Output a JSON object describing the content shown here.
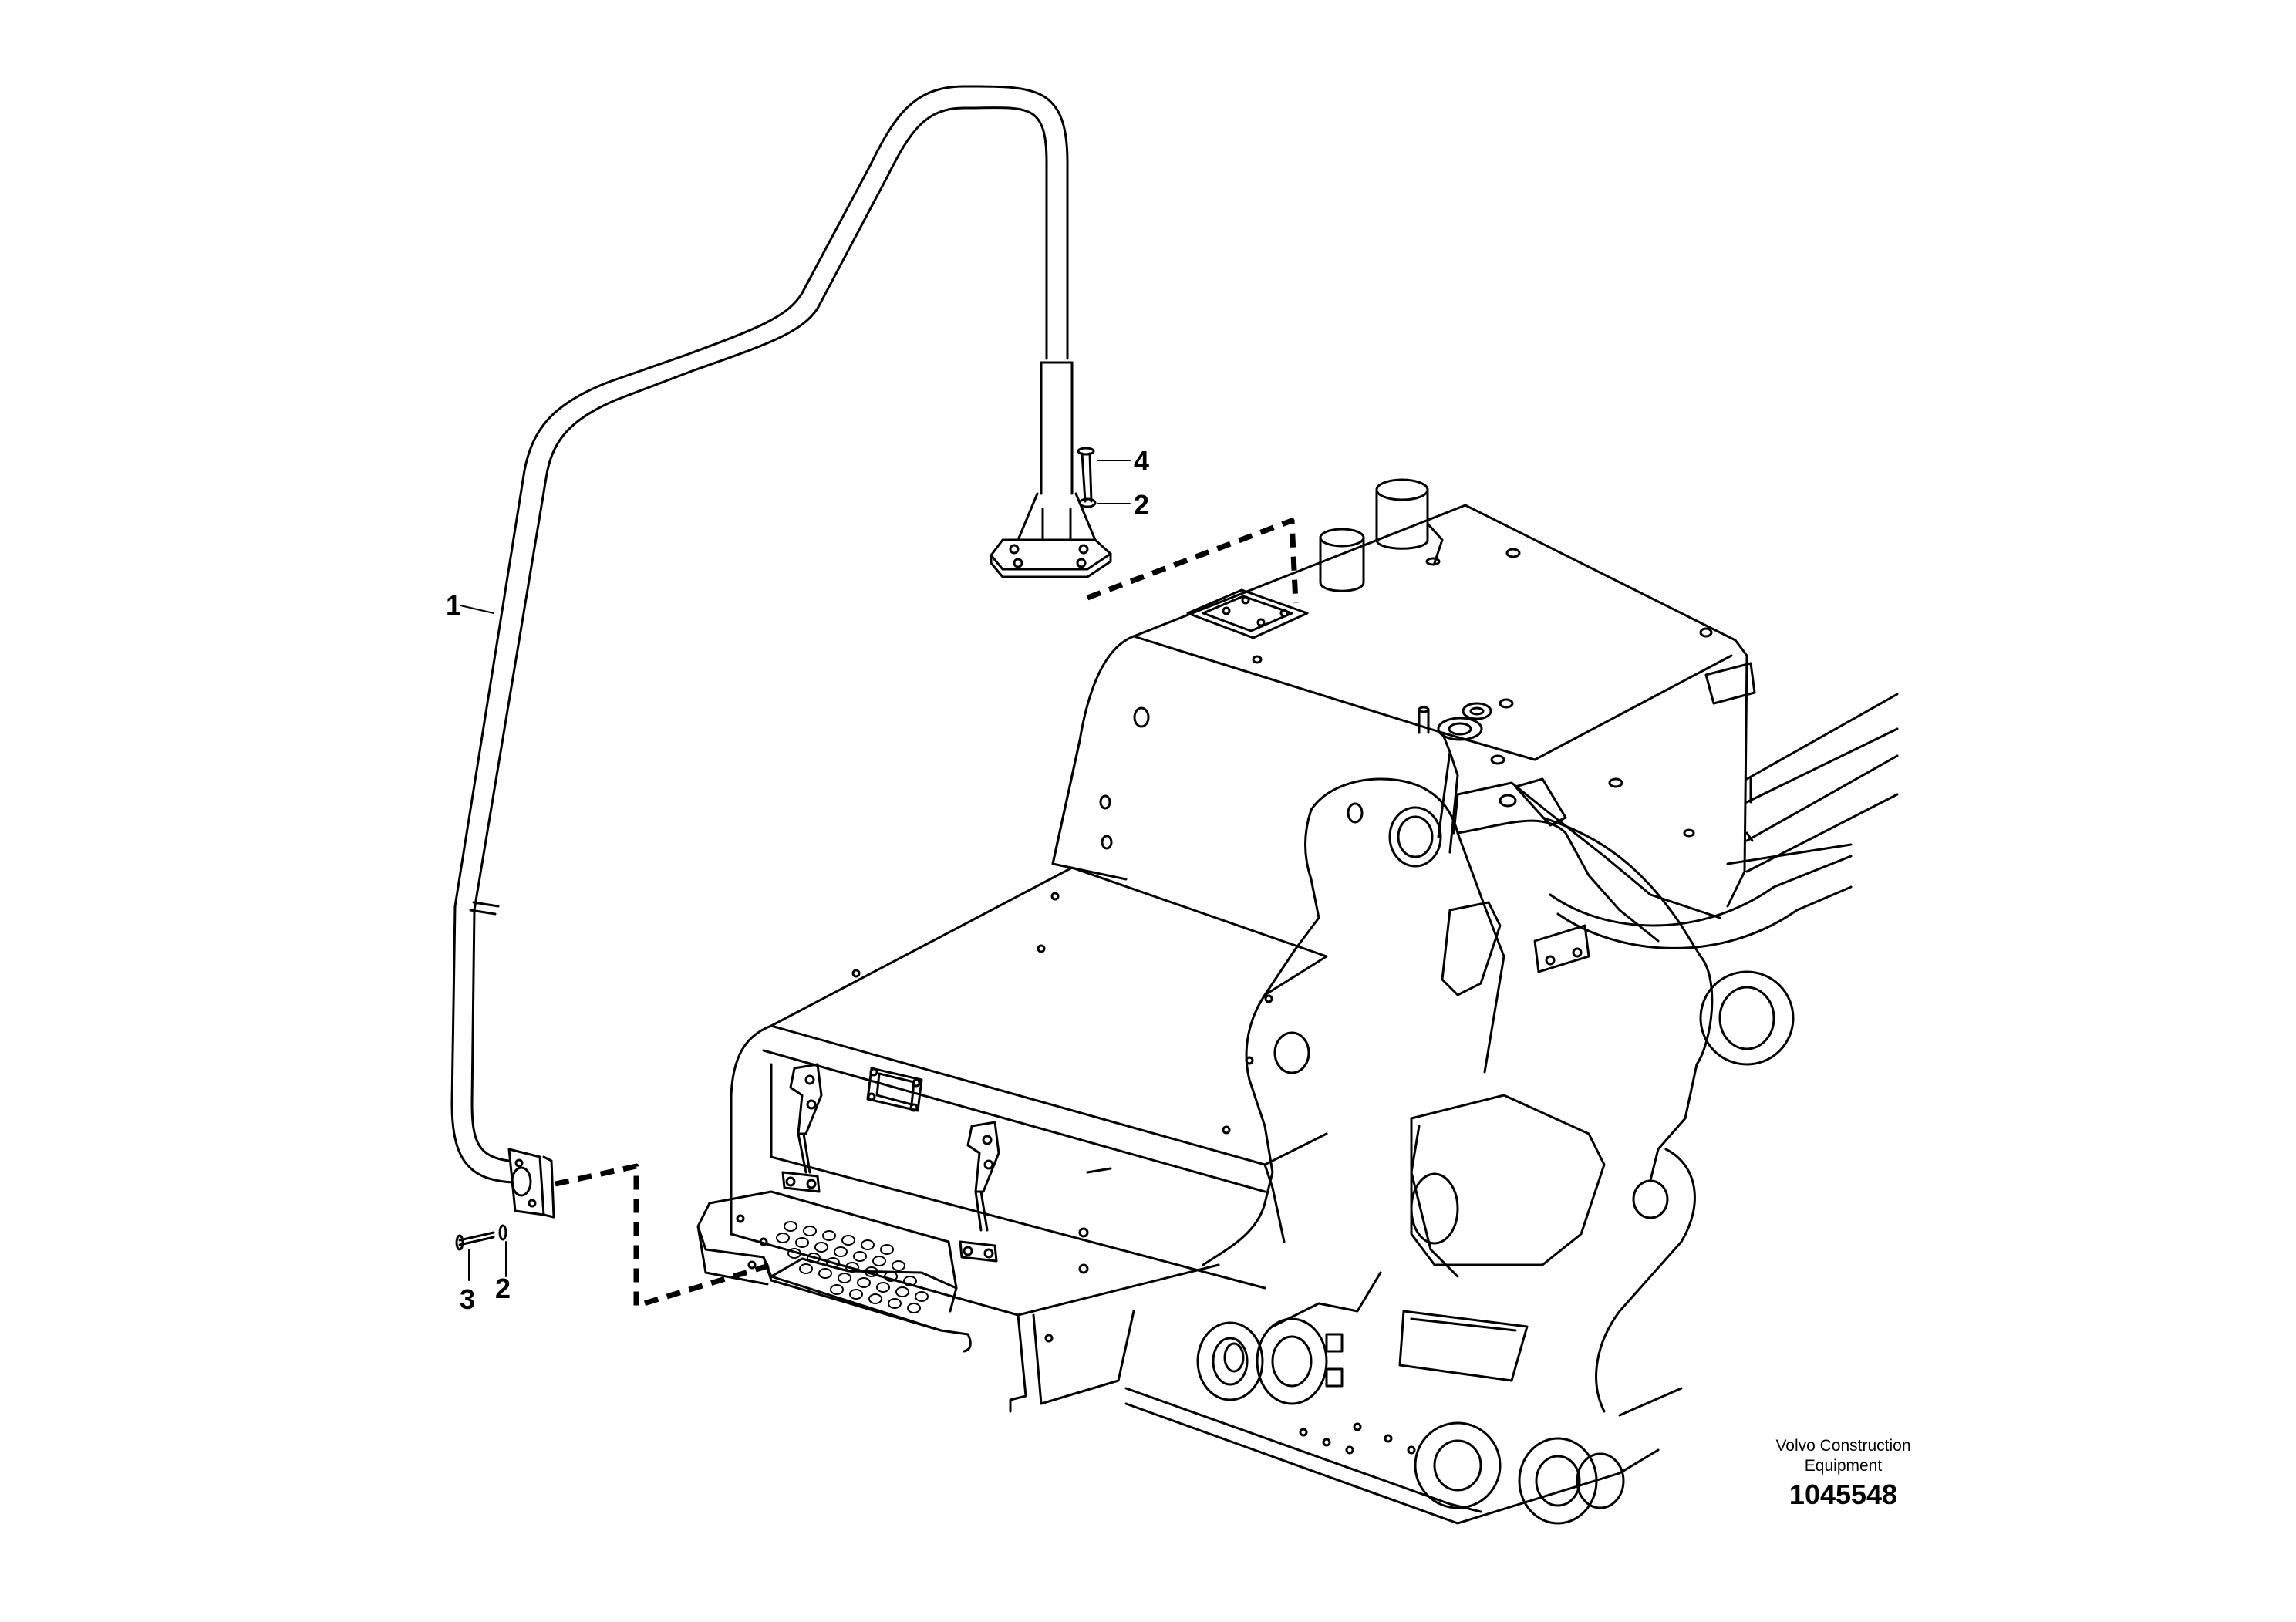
{
  "callouts": {
    "c1": "1",
    "c2_upper": "2",
    "c2_lower": "2",
    "c3": "3",
    "c4": "4"
  },
  "credit": {
    "line1": "Volvo Construction",
    "line2": "Equipment"
  },
  "figure_number": "1045548",
  "colors": {
    "line": "#000000",
    "background": "#ffffff"
  }
}
